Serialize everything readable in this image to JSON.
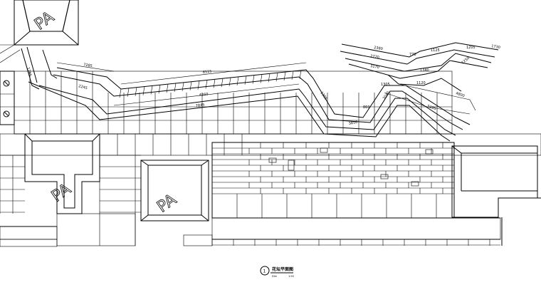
{
  "drawing": {
    "pa_labels": [
      "PA",
      "PA",
      "PA"
    ],
    "title_number": "1",
    "title": "花坛平面图",
    "scale": "1:50",
    "scale_left": "Dim"
  },
  "dimensions": [
    {
      "text": "1245"
    },
    {
      "text": "7285"
    },
    {
      "text": "2245"
    },
    {
      "text": "6515"
    },
    {
      "text": "4260"
    },
    {
      "text": "7845"
    },
    {
      "text": "2380"
    },
    {
      "text": "2770"
    },
    {
      "text": "3170"
    },
    {
      "text": "770"
    },
    {
      "text": "1125"
    },
    {
      "text": "1340"
    },
    {
      "text": "1250"
    },
    {
      "text": "1205"
    },
    {
      "text": "1730"
    },
    {
      "text": "4800"
    },
    {
      "text": "1120"
    },
    {
      "text": "5195"
    },
    {
      "text": "1305"
    },
    {
      "text": "3850"
    },
    {
      "text": "860"
    },
    {
      "text": "3040"
    },
    {
      "text": "1305"
    }
  ]
}
